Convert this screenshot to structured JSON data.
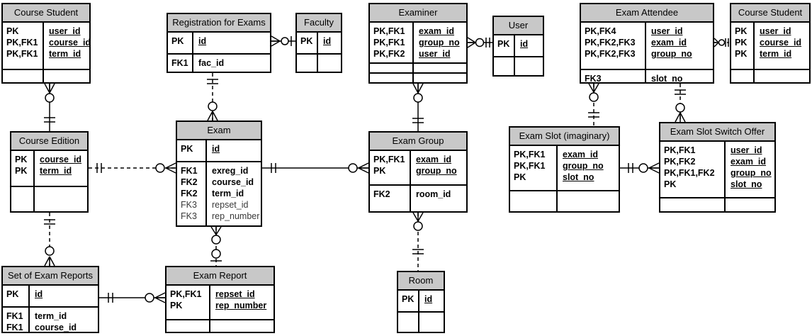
{
  "diagram": {
    "type": "entity-relationship",
    "notation": "crow's foot",
    "colors": {
      "title_bar": "#c8c8c8",
      "border": "#000000",
      "background": "#ffffff"
    }
  },
  "entities": [
    {
      "id": "course_student_left",
      "title": "Course Student",
      "sections": [
        {
          "rows": [
            {
              "key": "PK",
              "name": "user_id",
              "u": 1
            },
            {
              "key": "PK,FK1",
              "name": "course_id",
              "u": 1
            },
            {
              "key": "PK,FK1",
              "name": "term_id",
              "u": 1
            }
          ]
        },
        {
          "rows": [
            {
              "key": "",
              "name": ""
            }
          ]
        }
      ]
    },
    {
      "id": "registration_for_exams",
      "title": "Registration for Exams",
      "sections": [
        {
          "rows": [
            {
              "key": "PK",
              "name": "id",
              "u": 1
            }
          ]
        },
        {
          "rows": [
            {
              "key": "FK1",
              "name": "fac_id"
            }
          ]
        }
      ]
    },
    {
      "id": "faculty",
      "title": "Faculty",
      "sections": [
        {
          "rows": [
            {
              "key": "PK",
              "name": "id",
              "u": 1
            }
          ]
        },
        {
          "rows": [
            {
              "key": "",
              "name": ""
            }
          ]
        }
      ]
    },
    {
      "id": "examiner",
      "title": "Examiner",
      "sections": [
        {
          "rows": [
            {
              "key": "PK,FK1",
              "name": "exam_id",
              "u": 1
            },
            {
              "key": "PK,FK1",
              "name": "group_no",
              "u": 1
            },
            {
              "key": "PK,FK2",
              "name": "user_id",
              "u": 1
            }
          ]
        },
        {
          "rows": [
            {
              "key": "",
              "name": ""
            }
          ]
        },
        {
          "rows": [
            {
              "key": "",
              "name": ""
            }
          ]
        }
      ]
    },
    {
      "id": "user",
      "title": "User",
      "sections": [
        {
          "rows": [
            {
              "key": "PK",
              "name": "id",
              "u": 1
            }
          ]
        },
        {
          "rows": [
            {
              "key": "",
              "name": ""
            }
          ]
        }
      ]
    },
    {
      "id": "exam_attendee",
      "title": "Exam Attendee",
      "sections": [
        {
          "rows": [
            {
              "key": "PK,FK4",
              "name": "user_id",
              "u": 1
            },
            {
              "key": "PK,FK2,FK3",
              "name": "exam_id",
              "u": 1
            },
            {
              "key": "PK,FK2,FK3",
              "name": "group_no",
              "u": 1
            }
          ]
        },
        {
          "rows": [
            {
              "key": "FK3",
              "name": "slot_no"
            }
          ]
        }
      ]
    },
    {
      "id": "course_student_right",
      "title": "Course Student",
      "sections": [
        {
          "rows": [
            {
              "key": "PK",
              "name": "user_id",
              "u": 1
            },
            {
              "key": "PK",
              "name": "course_id",
              "u": 1
            },
            {
              "key": "PK",
              "name": "term_id",
              "u": 1
            }
          ]
        },
        {
          "rows": [
            {
              "key": "",
              "name": ""
            }
          ]
        }
      ]
    },
    {
      "id": "course_edition",
      "title": "Course Edition",
      "sections": [
        {
          "rows": [
            {
              "key": "PK",
              "name": "course_id",
              "u": 1
            },
            {
              "key": "PK",
              "name": "term_id",
              "u": 1
            }
          ]
        },
        {
          "rows": [
            {
              "key": "",
              "name": ""
            }
          ]
        }
      ]
    },
    {
      "id": "exam",
      "title": "Exam",
      "sections": [
        {
          "rows": [
            {
              "key": "PK",
              "name": "id",
              "u": 1
            }
          ]
        },
        {
          "rows": [
            {
              "key": "FK1",
              "name": "exreg_id"
            },
            {
              "key": "FK2",
              "name": "course_id"
            },
            {
              "key": "FK2",
              "name": "term_id"
            },
            {
              "key": "FK3",
              "name": "repset_id",
              "muted": 1
            },
            {
              "key": "FK3",
              "name": "rep_number",
              "muted": 1
            }
          ]
        }
      ]
    },
    {
      "id": "exam_group",
      "title": "Exam Group",
      "sections": [
        {
          "rows": [
            {
              "key": "PK,FK1",
              "name": "exam_id",
              "u": 1
            },
            {
              "key": "PK",
              "name": "group_no",
              "u": 1
            }
          ]
        },
        {
          "rows": [
            {
              "key": "FK2",
              "name": "room_id"
            }
          ]
        }
      ]
    },
    {
      "id": "exam_slot",
      "title": "Exam Slot (imaginary)",
      "sections": [
        {
          "rows": [
            {
              "key": "PK,FK1",
              "name": "exam_id",
              "u": 1
            },
            {
              "key": "PK,FK1",
              "name": "group_no",
              "u": 1
            },
            {
              "key": "PK",
              "name": "slot_no",
              "u": 1
            }
          ]
        },
        {
          "rows": [
            {
              "key": "",
              "name": ""
            }
          ]
        }
      ]
    },
    {
      "id": "exam_slot_switch_offer",
      "title": "Exam Slot Switch Offer",
      "sections": [
        {
          "rows": [
            {
              "key": "PK,FK1",
              "name": "user_id",
              "u": 1
            },
            {
              "key": "PK,FK2",
              "name": "exam_id",
              "u": 1
            },
            {
              "key": "PK,FK1,FK2",
              "name": "group_no",
              "u": 1
            },
            {
              "key": "PK",
              "name": "slot_no",
              "u": 1
            }
          ]
        },
        {
          "rows": [
            {
              "key": "",
              "name": ""
            }
          ]
        }
      ]
    },
    {
      "id": "set_of_exam_reports",
      "title": "Set of Exam Reports",
      "sections": [
        {
          "rows": [
            {
              "key": "PK",
              "name": "id",
              "u": 1
            }
          ]
        },
        {
          "rows": [
            {
              "key": "FK1",
              "name": "term_id"
            },
            {
              "key": "FK1",
              "name": "course_id"
            }
          ]
        }
      ]
    },
    {
      "id": "exam_report",
      "title": "Exam Report",
      "sections": [
        {
          "rows": [
            {
              "key": "PK,FK1",
              "name": "repset_id",
              "u": 1
            },
            {
              "key": "PK",
              "name": "rep_number",
              "u": 1
            }
          ]
        },
        {
          "rows": [
            {
              "key": "",
              "name": ""
            }
          ]
        }
      ]
    },
    {
      "id": "room",
      "title": "Room",
      "sections": [
        {
          "rows": [
            {
              "key": "PK",
              "name": "id",
              "u": 1
            }
          ]
        },
        {
          "rows": [
            {
              "key": "",
              "name": ""
            }
          ]
        }
      ]
    }
  ],
  "relationships": [
    {
      "from": "course_student_left",
      "from_symbol": "many-optional",
      "to": "course_edition",
      "to_symbol": "one-mandatory",
      "line": "solid"
    },
    {
      "from": "registration_for_exams",
      "from_symbol": "many-optional",
      "to": "faculty",
      "to_symbol": "one",
      "line": "solid"
    },
    {
      "from": "registration_for_exams",
      "from_symbol": "one-mandatory",
      "to": "exam",
      "to_symbol": "many-optional",
      "line": "dashed"
    },
    {
      "from": "course_edition",
      "from_symbol": "one-mandatory",
      "to": "exam",
      "to_symbol": "many-optional",
      "line": "dashed"
    },
    {
      "from": "exam",
      "from_symbol": "one-mandatory",
      "to": "exam_group",
      "to_symbol": "many-optional",
      "line": "solid"
    },
    {
      "from": "examiner",
      "from_symbol": "many-optional",
      "to": "exam_group",
      "to_symbol": "one-mandatory",
      "line": "solid"
    },
    {
      "from": "examiner",
      "from_symbol": "many-optional",
      "to": "user",
      "to_symbol": "one-mandatory",
      "line": "solid"
    },
    {
      "from": "exam_attendee",
      "from_symbol": "many-optional",
      "to": "exam_slot",
      "to_symbol": "one-mandatory",
      "line": "dashed"
    },
    {
      "from": "exam_attendee",
      "from_symbol": "one-mandatory",
      "to": "exam_slot_switch_offer",
      "to_symbol": "many-optional",
      "line": "dashed"
    },
    {
      "from": "exam_attendee",
      "from_symbol": "many-optional",
      "to": "course_student_right",
      "to_symbol": "one-mandatory",
      "line": "dashed"
    },
    {
      "from": "exam_slot",
      "from_symbol": "one-mandatory",
      "to": "exam_slot_switch_offer",
      "to_symbol": "many-optional",
      "line": "solid"
    },
    {
      "from": "course_edition",
      "from_symbol": "one-mandatory",
      "to": "set_of_exam_reports",
      "to_symbol": "many-optional",
      "line": "dashed"
    },
    {
      "from": "exam",
      "from_symbol": "many-optional",
      "to": "exam_report",
      "to_symbol": "zero-or-one",
      "line": "dashed"
    },
    {
      "from": "set_of_exam_reports",
      "from_symbol": "one-mandatory",
      "to": "exam_report",
      "to_symbol": "many-optional",
      "line": "solid"
    },
    {
      "from": "exam_group",
      "from_symbol": "many-optional",
      "to": "room",
      "to_symbol": "one-mandatory",
      "line": "dashed"
    }
  ]
}
